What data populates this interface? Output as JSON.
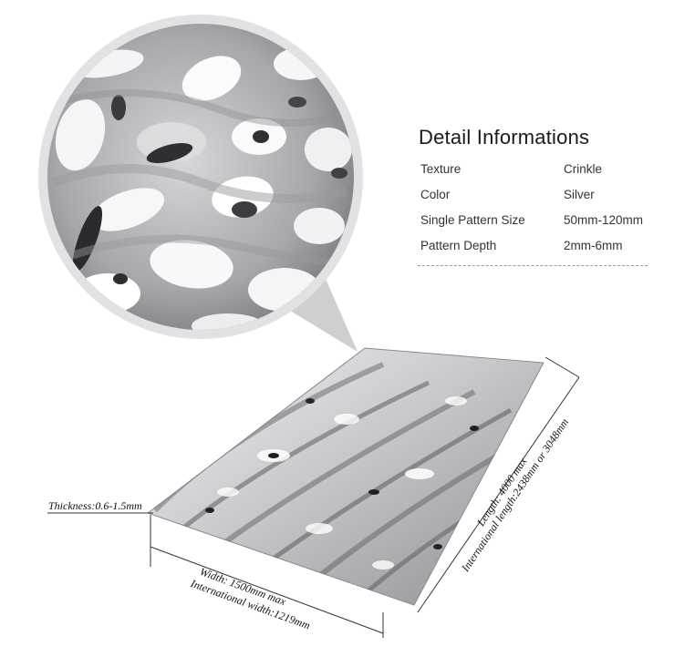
{
  "info": {
    "title": "Detail Informations",
    "rows": [
      {
        "label": "Texture",
        "value": "Crinkle"
      },
      {
        "label": "Color",
        "value": "Silver"
      },
      {
        "label": "Single Pattern Size",
        "value": "50mm-120mm"
      },
      {
        "label": "Pattern Depth",
        "value": "2mm-6mm"
      }
    ]
  },
  "dimensions": {
    "thickness": "Thickness:0.6-1.5mm",
    "width": "Width:  1500mm max",
    "intl_width": "International width:1219mm",
    "length": "Length:  4000 max",
    "intl_length": "International length:2438mm or 3048mm"
  },
  "colors": {
    "metal_light": "#e8e8ea",
    "metal_mid": "#a9a9ad",
    "metal_dark": "#3a3a3e",
    "ring": "#dcdcdc",
    "pointer": "#c8c8c8"
  }
}
